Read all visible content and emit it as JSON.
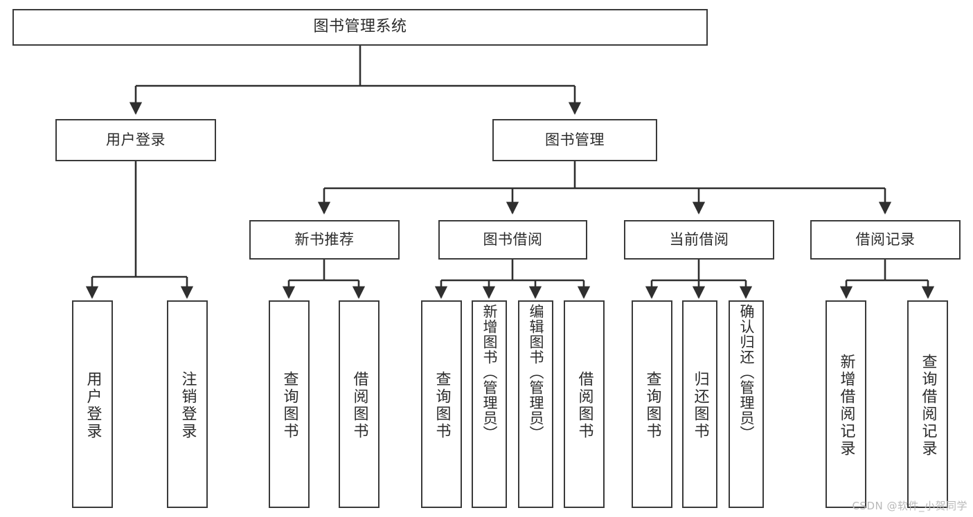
{
  "diagram": {
    "type": "tree",
    "title": "图书管理系统",
    "style": {
      "border_color": "#3a3a3a",
      "text_color": "#2b2b2b",
      "background": "#ffffff",
      "connector_color": "#2f2f2f"
    },
    "levels": {
      "root": "图书管理系统",
      "level1": [
        "用户登录",
        "图书管理"
      ],
      "level2": [
        "新书推荐",
        "图书借阅",
        "当前借阅",
        "借阅记录"
      ]
    },
    "nodes": {
      "root": {
        "label": "图书管理系统"
      },
      "user_login": {
        "label": "用户登录"
      },
      "book_manage": {
        "label": "图书管理"
      },
      "new_book_rec": {
        "label": "新书推荐"
      },
      "book_borrow": {
        "label": "图书借阅"
      },
      "current_borrow": {
        "label": "当前借阅"
      },
      "borrow_record": {
        "label": "借阅记录"
      },
      "leaf_user_login": {
        "label": "用户登录"
      },
      "leaf_logout": {
        "label": "注销登录"
      },
      "leaf_query_book_1": {
        "label": "查询图书"
      },
      "leaf_borrow_book_1": {
        "label": "借阅图书"
      },
      "leaf_query_book_2": {
        "label": "查询图书"
      },
      "leaf_add_book": {
        "label": "新增图书（管理员）"
      },
      "leaf_edit_book": {
        "label": "编辑图书（管理员）"
      },
      "leaf_borrow_book_2": {
        "label": "借阅图书"
      },
      "leaf_query_book_3": {
        "label": "查询图书"
      },
      "leaf_return_book": {
        "label": "归还图书"
      },
      "leaf_confirm_return": {
        "label": "确认归还（管理员）"
      },
      "leaf_add_record": {
        "label": "新增借阅记录"
      },
      "leaf_query_record": {
        "label": "查询借阅记录"
      }
    },
    "edges": [
      {
        "from": "root",
        "to": "user_login"
      },
      {
        "from": "root",
        "to": "book_manage"
      },
      {
        "from": "user_login",
        "to": "leaf_user_login"
      },
      {
        "from": "user_login",
        "to": "leaf_logout"
      },
      {
        "from": "book_manage",
        "to": "new_book_rec"
      },
      {
        "from": "book_manage",
        "to": "book_borrow"
      },
      {
        "from": "book_manage",
        "to": "current_borrow"
      },
      {
        "from": "book_manage",
        "to": "borrow_record"
      },
      {
        "from": "new_book_rec",
        "to": "leaf_query_book_1"
      },
      {
        "from": "new_book_rec",
        "to": "leaf_borrow_book_1"
      },
      {
        "from": "book_borrow",
        "to": "leaf_query_book_2"
      },
      {
        "from": "book_borrow",
        "to": "leaf_add_book"
      },
      {
        "from": "book_borrow",
        "to": "leaf_edit_book"
      },
      {
        "from": "book_borrow",
        "to": "leaf_borrow_book_2"
      },
      {
        "from": "current_borrow",
        "to": "leaf_query_book_3"
      },
      {
        "from": "current_borrow",
        "to": "leaf_return_book"
      },
      {
        "from": "current_borrow",
        "to": "leaf_confirm_return"
      },
      {
        "from": "borrow_record",
        "to": "leaf_add_record"
      },
      {
        "from": "borrow_record",
        "to": "leaf_query_record"
      }
    ]
  },
  "watermark": {
    "text": "CSDN @软件_小贺同学"
  }
}
